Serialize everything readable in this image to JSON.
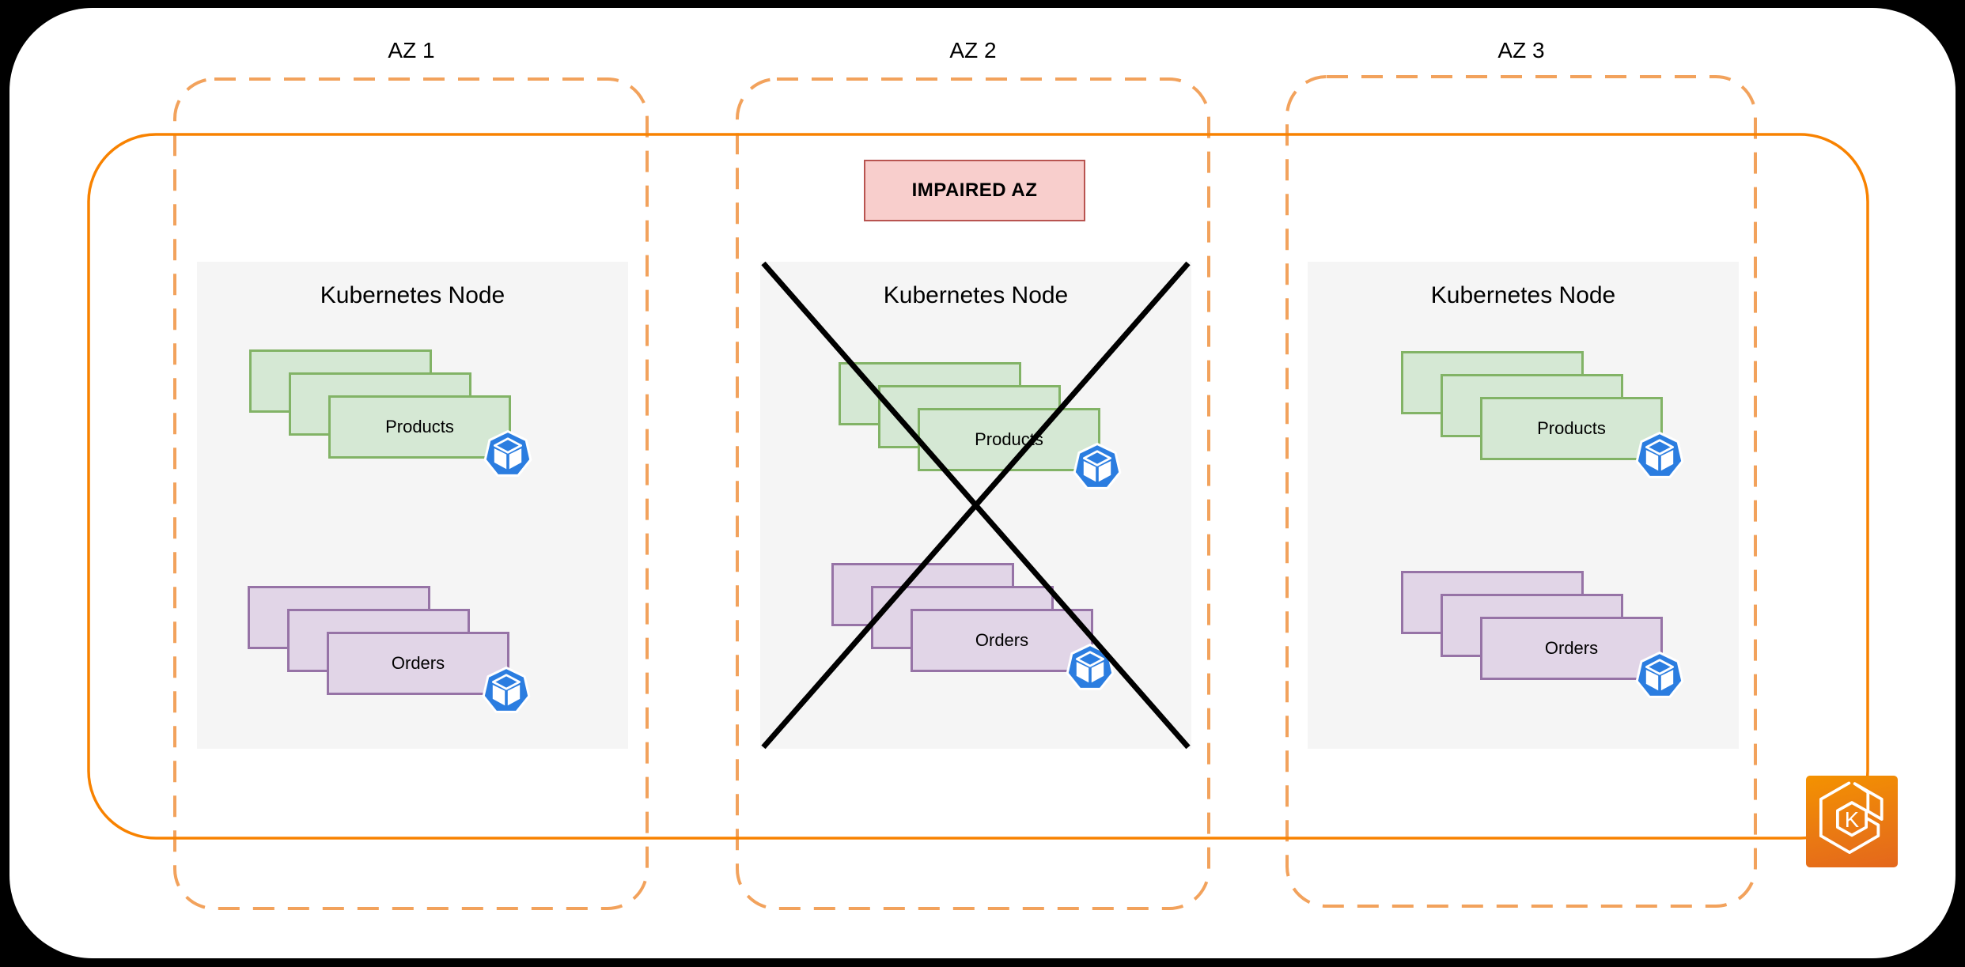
{
  "colors": {
    "bg": "#000000",
    "canvas": "#ffffff",
    "az_dash": "#F2A25C",
    "cluster_stroke": "#F88200",
    "impaired_fill": "#F8CECC",
    "impaired_stroke": "#B85450",
    "node_fill": "#F5F5F5",
    "green_fill": "#D5E8D4",
    "green_stroke": "#82B366",
    "purple_fill": "#E1D5E7",
    "purple_stroke": "#9673A6",
    "pod_blue": "#2B7DE0",
    "cross": "#000000",
    "text": "#000000"
  },
  "badge": {
    "label": "IMPAIRED AZ"
  },
  "zones": [
    {
      "label": "AZ 1",
      "impaired": false,
      "node": {
        "title": "Kubernetes Node",
        "workloads": [
          {
            "label": "Products"
          },
          {
            "label": "Orders"
          }
        ]
      }
    },
    {
      "label": "AZ 2",
      "impaired": true,
      "node": {
        "title": "Kubernetes Node",
        "workloads": [
          {
            "label": "Products"
          },
          {
            "label": "Orders"
          }
        ]
      }
    },
    {
      "label": "AZ 3",
      "impaired": false,
      "node": {
        "title": "Kubernetes Node",
        "workloads": [
          {
            "label": "Products"
          },
          {
            "label": "Orders"
          }
        ]
      }
    }
  ],
  "icons": {
    "pod": "kubernetes-pod",
    "eks": "amazon-eks",
    "eks_letter": "K"
  }
}
